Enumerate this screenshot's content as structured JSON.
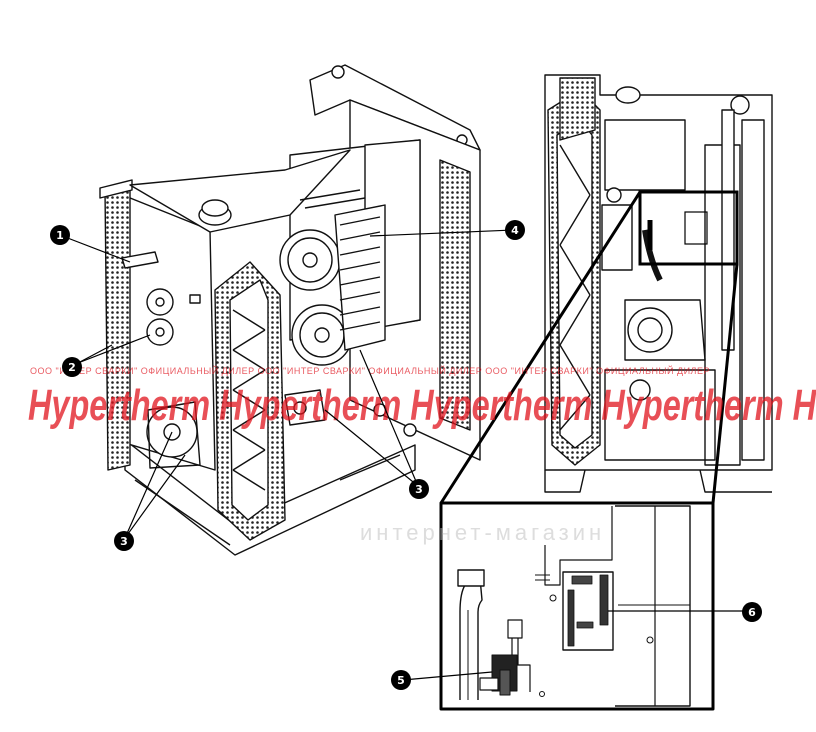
{
  "callouts": [
    {
      "label": "1"
    },
    {
      "label": "2"
    },
    {
      "label": "3"
    },
    {
      "label": "3"
    },
    {
      "label": "4"
    },
    {
      "label": "5"
    },
    {
      "label": "6"
    }
  ],
  "watermark": {
    "brand": "Hypertherm Hypertherm Hypertherm Hypertherm H",
    "dealer_line": "ООО \"ИНТЕР СВАРКИ\" ОФИЦИАЛЬНЫЙ ДИЛЕР ООО \"ИНТЕР СВАРКИ\" ОФИЦИАЛЬНЫЙ ДИЛЕР ООО \"ИНТЕР СВАРКИ\" ОФИЦИАЛЬНЫЙ ДИЛЕР",
    "sub_line": "интернет-магазин"
  },
  "colors": {
    "line": "#111111",
    "callout_fill": "#000000",
    "watermark": "#e0141e"
  }
}
